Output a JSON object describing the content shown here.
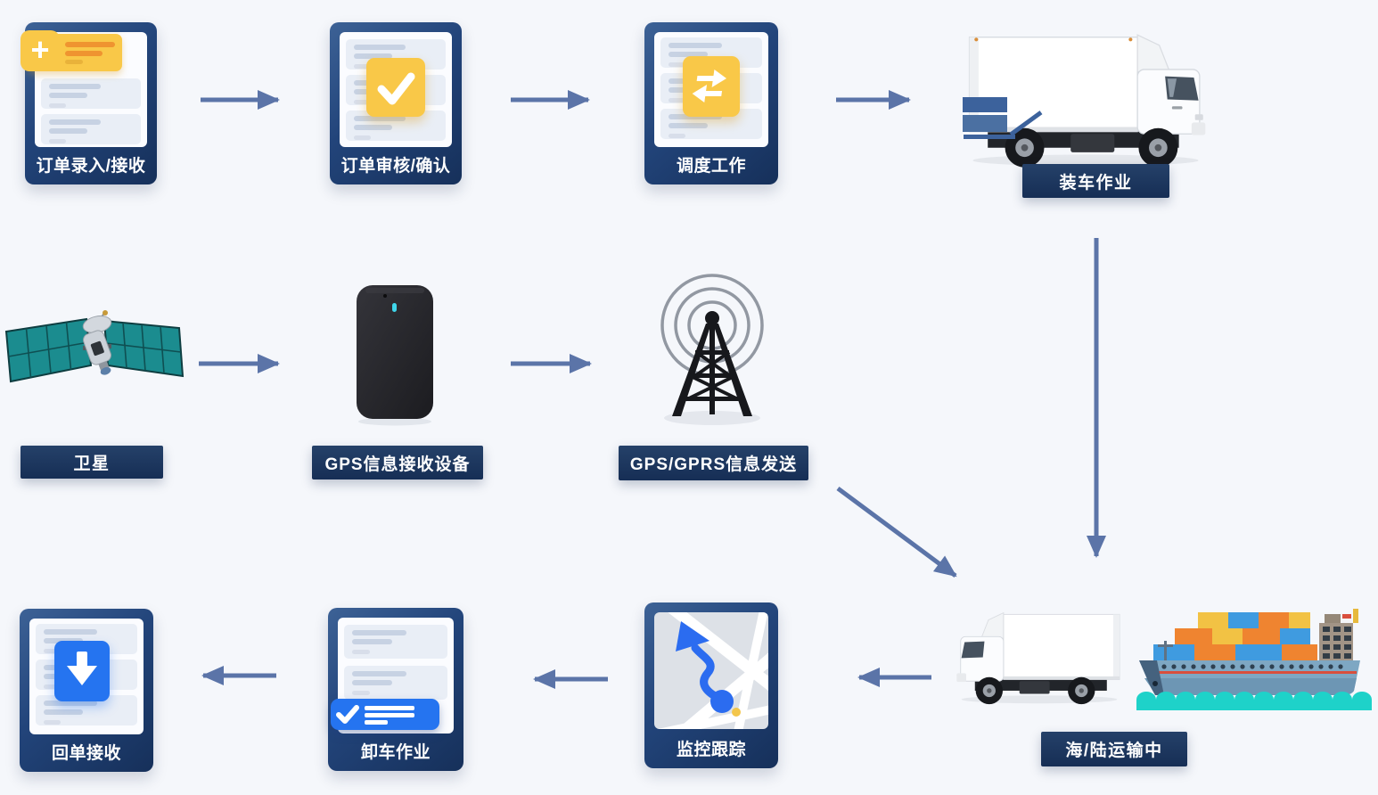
{
  "colors": {
    "background": "#f5f7fb",
    "arrow": "#5b74a8",
    "card_navy_dark": "#16305a",
    "card_navy_light": "#3d6296",
    "accent_yellow": "#f9c848",
    "accent_orange": "#ef9430",
    "accent_blue": "#2574f0",
    "badge_navy": "#1d3560",
    "satellite_panel_teal": "#1b8c8f",
    "wave_teal": "#1ed2c9"
  },
  "cards": {
    "order_entry": {
      "label": "订单录入/接收",
      "icon": "plus-note-icon"
    },
    "order_review": {
      "label": "订单审核/确认",
      "icon": "check-square-icon"
    },
    "dispatch": {
      "label": "调度工作",
      "icon": "transfer-arrows-icon"
    },
    "receipt": {
      "label": "回单接收",
      "icon": "download-arrow-icon"
    },
    "unload": {
      "label": "卸车作业",
      "icon": "check-banner-icon"
    },
    "monitor": {
      "label": "监控跟踪",
      "icon": "map-route-icon"
    }
  },
  "badges": {
    "loading": {
      "label": "装车作业"
    },
    "satellite": {
      "label": "卫星"
    },
    "gps_receiver": {
      "label": "GPS信息接收设备"
    },
    "gps_sender": {
      "label": "GPS/GPRS信息发送"
    },
    "transport": {
      "label": "海/陆运输中"
    }
  },
  "flow": {
    "top_row": [
      "订单录入/接收",
      "订单审核/确认",
      "调度工作",
      "装车作业"
    ],
    "middle_row": [
      "卫星",
      "GPS信息接收设备",
      "GPS/GPRS信息发送"
    ],
    "bottom_row_right_to_left": [
      "海/陆运输中",
      "监控跟踪",
      "卸车作业",
      "回单接收"
    ]
  }
}
